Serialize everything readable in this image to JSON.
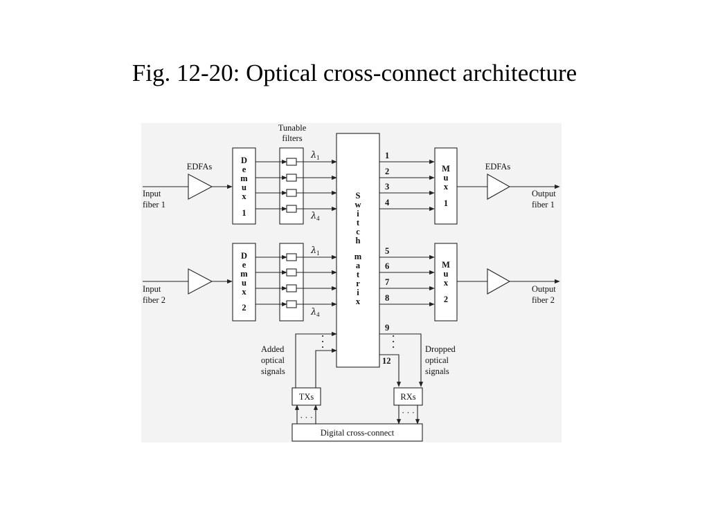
{
  "slide": {
    "title": "Fig. 12-20: Optical cross-connect architecture"
  },
  "figure": {
    "tunable_filters": [
      "Tunable",
      "filters"
    ],
    "edfas_left": "EDFAs",
    "edfas_right": "EDFAs",
    "input_fiber_1": [
      "Input",
      "fiber 1"
    ],
    "input_fiber_2": [
      "Input",
      "fiber 2"
    ],
    "output_fiber_1": [
      "Output",
      "fiber 1"
    ],
    "output_fiber_2": [
      "Output",
      "fiber 2"
    ],
    "demux_1_letters": [
      "D",
      "e",
      "m",
      "u",
      "x",
      "",
      "1"
    ],
    "demux_2_letters": [
      "D",
      "e",
      "m",
      "u",
      "x",
      "",
      "2"
    ],
    "mux_1_letters": [
      "M",
      "u",
      "x",
      "",
      "1"
    ],
    "mux_2_letters": [
      "M",
      "u",
      "x",
      "",
      "2"
    ],
    "switch_letters": [
      "S",
      "w",
      "i",
      "t",
      "c",
      "h",
      "",
      "m",
      "a",
      "t",
      "r",
      "i",
      "x"
    ],
    "lambda_symbol": "λ",
    "lambda_1_sub": "1",
    "lambda_4_sub": "4",
    "port_numbers": [
      "1",
      "2",
      "3",
      "4",
      "5",
      "6",
      "7",
      "8",
      "9",
      "12"
    ],
    "added_signals": [
      "Added",
      "optical",
      "signals"
    ],
    "dropped_signals": [
      "Dropped",
      "optical",
      "signals"
    ],
    "txs": "TXs",
    "rxs": "RXs",
    "digital_cross_connect": "Digital cross-connect",
    "ellipsis": "· · ·"
  }
}
